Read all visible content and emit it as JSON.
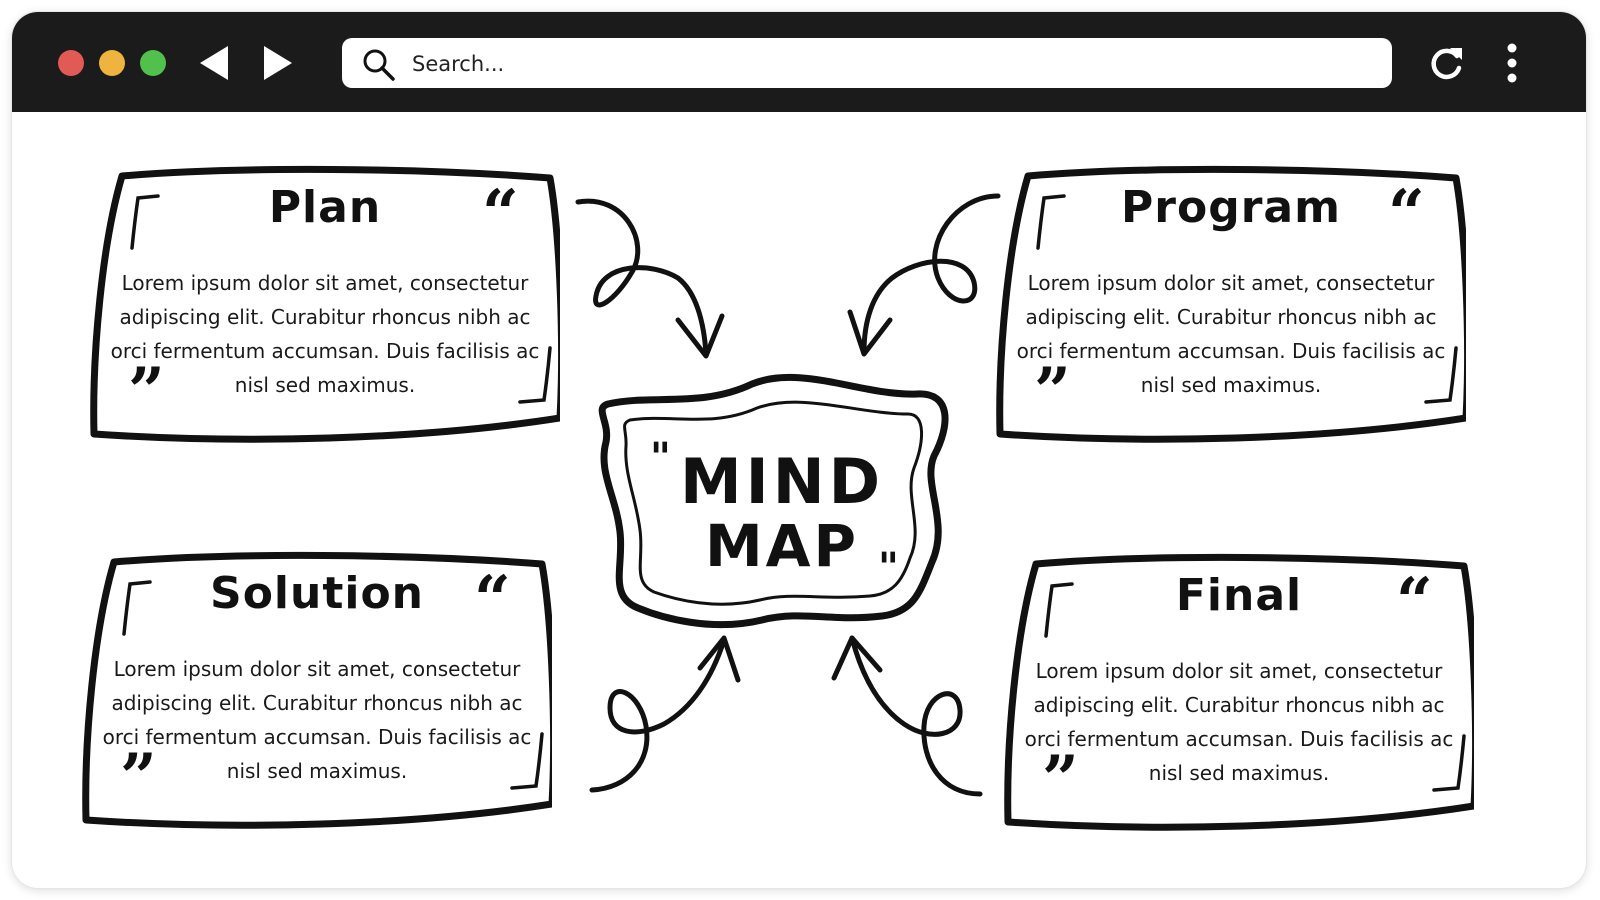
{
  "browser": {
    "search_placeholder": "Search...",
    "colors": {
      "titlebar": "#1b1b1b",
      "close": "#e25a55",
      "minimize": "#efb43f",
      "maximize": "#52c04c"
    }
  },
  "mindmap": {
    "center": {
      "line1": "MIND",
      "line2": "MAP"
    },
    "quote_open": "“",
    "quote_close": "”",
    "center_quote_open": "\"",
    "center_quote_close": "\"",
    "cards": [
      {
        "title": "Plan",
        "text": "Lorem ipsum dolor sit amet, consectetur adipiscing elit. Curabitur rhoncus nibh ac orci fermentum accumsan. Duis facilisis ac nisl sed maximus."
      },
      {
        "title": "Program",
        "text": "Lorem ipsum dolor sit amet, consectetur adipiscing elit. Curabitur rhoncus nibh ac orci fermentum accumsan. Duis facilisis ac nisl sed maximus."
      },
      {
        "title": "Solution",
        "text": "Lorem ipsum dolor sit amet, consectetur adipiscing elit. Curabitur rhoncus nibh ac orci fermentum accumsan. Duis facilisis ac nisl sed maximus."
      },
      {
        "title": "Final",
        "text": "Lorem ipsum dolor sit amet, consectetur adipiscing elit. Curabitur rhoncus nibh ac orci fermentum accumsan. Duis facilisis ac nisl sed maximus."
      }
    ]
  }
}
